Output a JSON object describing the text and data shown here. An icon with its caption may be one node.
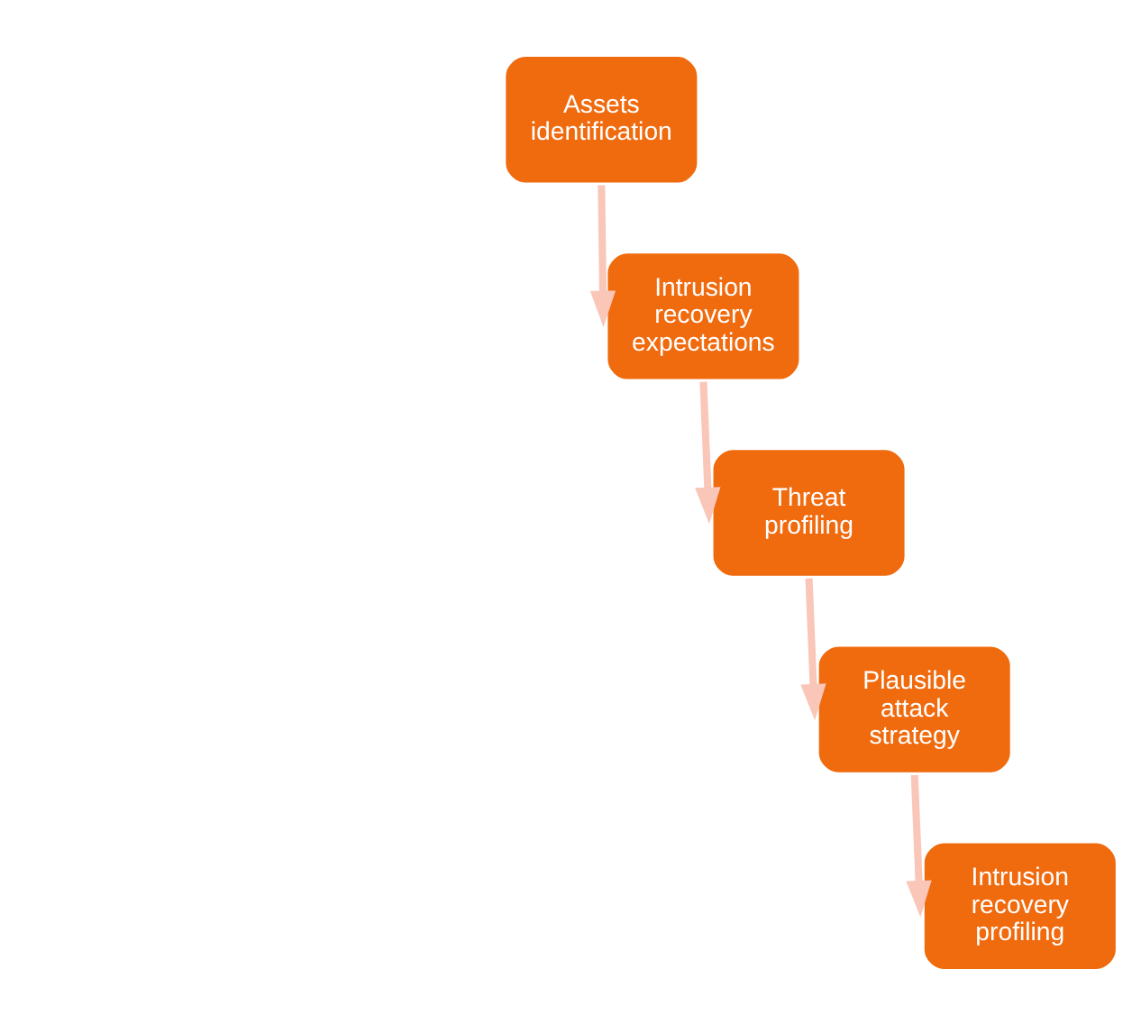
{
  "diagram": {
    "nodes": [
      {
        "text": [
          "Assets identification"
        ]
      },
      {
        "text": [
          "Intrusion recovery expectations"
        ]
      },
      {
        "text": [
          "Threat profiling"
        ]
      },
      {
        "text": [
          "Plausible attack strategy"
        ]
      },
      {
        "text": [
          "Intrusion recovery profiling"
        ]
      }
    ],
    "edges": [
      {
        "from": 0,
        "to": 1,
        "arrow": "to"
      },
      {
        "from": 1,
        "to": 2,
        "arrow": "to"
      },
      {
        "from": 2,
        "to": 3,
        "arrow": "to"
      },
      {
        "from": 3,
        "to": 4,
        "arrow": "to"
      }
    ]
  }
}
